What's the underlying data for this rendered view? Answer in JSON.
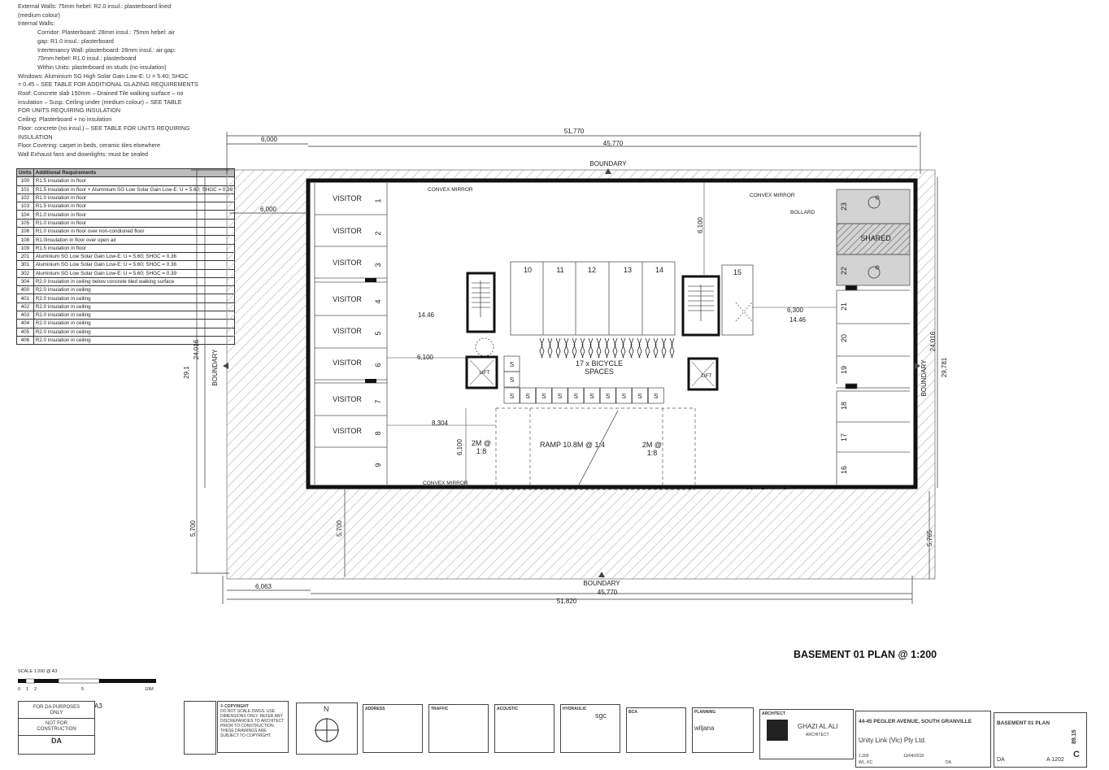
{
  "notes": [
    {
      "text": "External Walls: 75mm hebel: R2.0 insul.: plasterboard lined",
      "indent": 0
    },
    {
      "text": "(medium colour)",
      "indent": 0
    },
    {
      "text": "Internal Walls:",
      "indent": 0
    },
    {
      "text": "Corridor: Plasterboard: 28mm insul.: 75mm hebel: air",
      "indent": 1
    },
    {
      "text": "gap: R1.0 insul.: plasterboard",
      "indent": 1
    },
    {
      "text": "Intertenancy Wall: plasterboard: 28mm insul.: air gap:",
      "indent": 1
    },
    {
      "text": "75mm hebel: R1.0 insul.: plasterboard",
      "indent": 1
    },
    {
      "text": "Within Units: plasterboard on studs (no insulation)",
      "indent": 1
    },
    {
      "text": "Windows: Aluminium SG High Solar Gain Low-E: U = 5.40; SHGC",
      "indent": 0
    },
    {
      "text": "= 0.45 – SEE TABLE FOR ADDITIONAL GLAZING REQUIREMENTS",
      "indent": 0
    },
    {
      "text": "Roof: Concrete slab 150mm – Drained Tile walking surface – no",
      "indent": 0
    },
    {
      "text": "insulation – Susp. Ceiling under (medium colour) – SEE TABLE",
      "indent": 0
    },
    {
      "text": "FOR UNITS REQUIRING INSULATION",
      "indent": 0
    },
    {
      "text": "Ceiling: Plasterboard + no insulation",
      "indent": 0
    },
    {
      "text": "Floor: concrete (no insul.) – SEE TABLE FOR UNITS REQUIRING",
      "indent": 0
    },
    {
      "text": "INSULATION",
      "indent": 0
    },
    {
      "text": "Floor Covering: carpet in beds, ceramic tiles elsewhere",
      "indent": 0
    },
    {
      "text": "Wall Exhaust fans and downlights: must be sealed",
      "indent": 0
    }
  ],
  "requirements_table": {
    "headers": [
      "Units",
      "Additional Requirements"
    ],
    "rows": [
      [
        "100",
        "R1.5 insulation in floor"
      ],
      [
        "101",
        "R1.5 insulation in floor + Aluminium SG Low Solar Gain Low-E: U = 5.60; SHGC = 0.39"
      ],
      [
        "102",
        "R1.0 insulation in floor"
      ],
      [
        "103",
        "R1.5 insulation in floor"
      ],
      [
        "104",
        "R1.0 insulation in floor"
      ],
      [
        "105",
        "R1.0 insulation in floor"
      ],
      [
        "106",
        "R1.0 insulation in floor over non-condioned floor"
      ],
      [
        "108",
        "R1.0insulation in floor over open air"
      ],
      [
        "109",
        "R1.5 insulation in floor"
      ],
      [
        "201",
        "Aluminium SG Low Solar Gain Low-E: U = 5.60; SHGC = 0.36"
      ],
      [
        "301",
        "Aluminium SG Low Solar Gain Low-E: U = 5.60; SHGC = 0.36"
      ],
      [
        "302",
        "Aluminium SG Low Solar Gain Low-E: U = 5.60; SHGC = 0.39"
      ],
      [
        "304",
        "R2.0 insulation in ceiling below concrete tiled walking surface"
      ],
      [
        "400",
        "R2.0 insulation in ceiling"
      ],
      [
        "401",
        "R2.0 insulation in ceiling"
      ],
      [
        "402",
        "R2.0 insulation in ceiling"
      ],
      [
        "403",
        "R2.0 insulation in ceiling"
      ],
      [
        "404",
        "R2.0 insulation in ceiling"
      ],
      [
        "405",
        "R2.0 insulation in ceiling"
      ],
      [
        "406",
        "R2.0 insulation in ceiling"
      ]
    ]
  },
  "plan": {
    "dims": {
      "top_total": "51,770",
      "top_left": "6,000",
      "top_inner": "45,770",
      "bottom_total": "51,820",
      "bottom_left": "6,063",
      "bottom_inner": "45,770",
      "left_total": "29,1",
      "left_inner": "24,016",
      "left_bottom": "5,700",
      "right_inner": "24,016",
      "right_total": "29,781",
      "right_bottom": "5,765",
      "inner_left": "6,000",
      "inner_bottom": "5,700",
      "stair_right": "6,100",
      "mid_6300": "6,300",
      "ramp_left": "8,304",
      "ramp_v": "6,100",
      "top_v": "6,100",
      "mid_6100": "6,100"
    },
    "boundary": "BOUNDARY",
    "convex_mirror": "CONVEX MIRROR",
    "bollard": "BOLLARD",
    "shared": "SHARED",
    "visitor": "VISITOR",
    "lift": "LIFT",
    "bicycle": "17 x BICYCLE",
    "bicycle2": "SPACES",
    "ramp": "RAMP 10.8M @ 1:4",
    "ramp_left_grade": "2M @",
    "ramp_left_grade2": "1:8",
    "ramp_right_grade": "2M @",
    "ramp_right_grade2": "1:8",
    "level_a": "14.46",
    "level_b": "14.46",
    "s_label": "S",
    "left_spaces": [
      "1",
      "2",
      "3",
      "4",
      "5",
      "6",
      "7",
      "8",
      "9"
    ],
    "mid_spaces": [
      "10",
      "11",
      "12",
      "13",
      "14"
    ],
    "space_15": "15",
    "right_spaces": [
      "23",
      "22",
      "21",
      "20",
      "19",
      "18",
      "17",
      "16"
    ]
  },
  "plan_title": "BASEMENT 01 PLAN @ 1:200",
  "scale": {
    "label": "SCALE 1:200 @ A3",
    "ticks": [
      "0",
      "1",
      "2",
      "5",
      "10M"
    ]
  },
  "titleblock": {
    "status1": "FOR DA PURPOSES ONLY",
    "status2": "NOT FOR CONSTRUCTION",
    "status3": "DA",
    "sheet_size": "A3",
    "copyright_title": "© COPYRIGHT",
    "copyright_text": "DO NOT SCALE DWGS. USE DIMENSIONS ONLY. REFER ANY DISCREPANCIES TO ARCHITECT PRIOR TO CONSTRUCTION. THESE DRAWINGS ARE SUBJECT TO COPYRIGHT.",
    "north": "N",
    "arch_firm": "GHAZI AL ALI",
    "arch_sub": "ARCHITECT",
    "project": "44-45 PEGLER AVENUE, SOUTH GRANVILLE",
    "client": "Unity Link (Vic) Pty Ltd.",
    "date": "13/04/2018",
    "status_code": "DA",
    "drawing_title": "BASEMENT 01 PLAN",
    "drawing_no": "A 1202",
    "job_no": "89.15",
    "issue": "C",
    "status_bottom": "DA",
    "scale_small": "1:200",
    "drawn": "WL, KC",
    "planning_name": "wiljana",
    "hydraulic": "sgc",
    "consultants": [
      "ADDRESS",
      "TRAFFIC",
      "ACOUSTIC",
      "HYDRAULIC",
      "BCA",
      "PLANNING",
      "ARCHITECT"
    ]
  },
  "colors": {
    "wall": "#111111",
    "hatch": "#bdbdbd",
    "line": "#555555",
    "grey_bay": "#cfcfcf"
  }
}
